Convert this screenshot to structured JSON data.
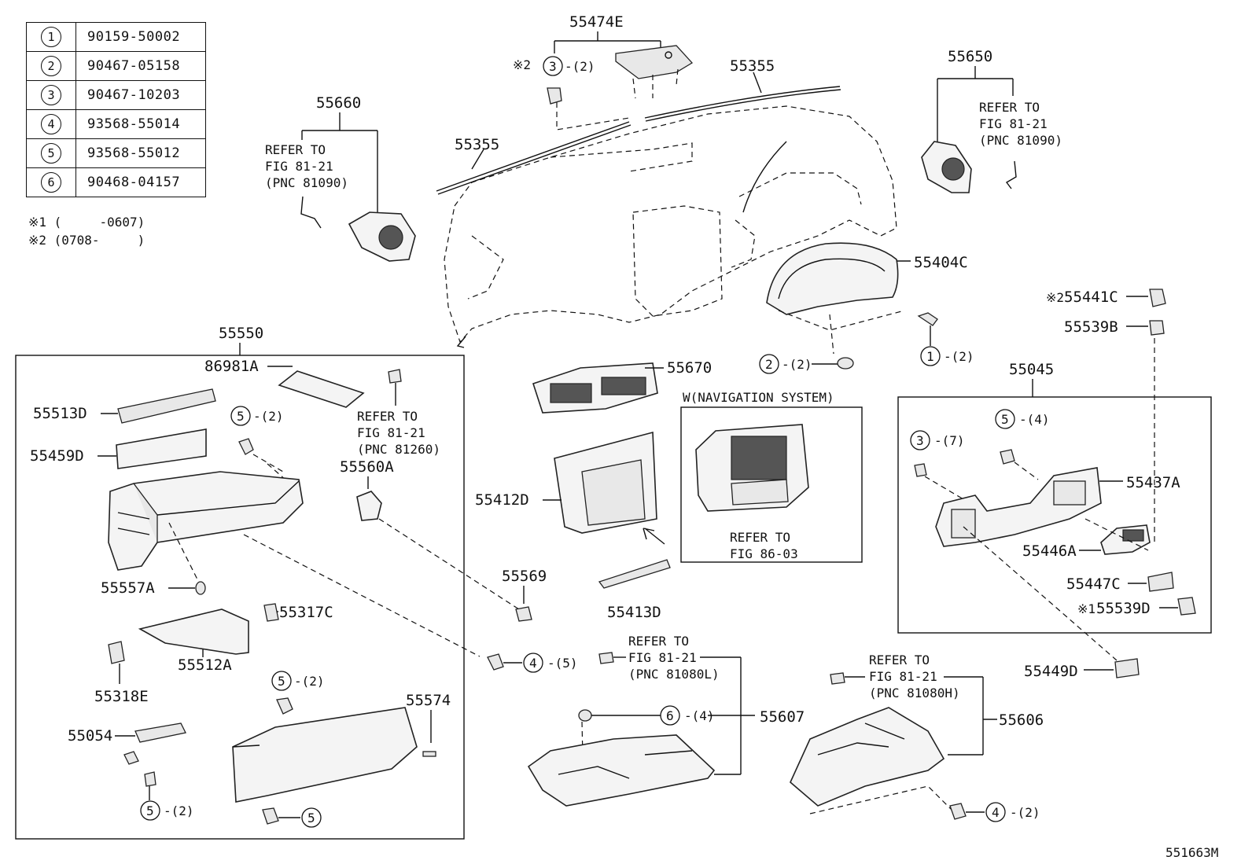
{
  "legend": [
    {
      "no": "1",
      "part": "90159-50002"
    },
    {
      "no": "2",
      "part": "90467-05158"
    },
    {
      "no": "3",
      "part": "90467-10203"
    },
    {
      "no": "4",
      "part": "93568-55014"
    },
    {
      "no": "5",
      "part": "93568-55012"
    },
    {
      "no": "6",
      "part": "90468-04157"
    }
  ],
  "notes": {
    "n1": "※1 (     -0607)",
    "n2": "※2 (0708-     )"
  },
  "refs": {
    "refer_to": "REFER TO",
    "fig_81_21": "FIG 81-21",
    "fig_86_03": "FIG 86-03",
    "pnc_81090": "(PNC 81090)",
    "pnc_81260": "(PNC 81260)",
    "pnc_81080l": "(PNC 81080L)",
    "pnc_81080h": "(PNC 81080H)"
  },
  "nav_box_title": "W(NAVIGATION SYSTEM)",
  "qty": {
    "x2": "-(2)",
    "x4": "-(4)",
    "x5": "-(5)",
    "x7": "-(7)"
  },
  "marks": {
    "m1": "※1",
    "m2": "※2"
  },
  "parts": {
    "p55474E": "55474E",
    "p55355a": "55355",
    "p55355b": "55355",
    "p55650": "55650",
    "p55660": "55660",
    "p55404C": "55404C",
    "p55441C": "55441C",
    "p55539B": "55539B",
    "p55550": "55550",
    "p86981A": "86981A",
    "p55513D": "55513D",
    "p55459D": "55459D",
    "p55560A": "55560A",
    "p55670": "55670",
    "p55412D": "55412D",
    "p55045": "55045",
    "p55437A": "55437A",
    "p55446A": "55446A",
    "p55447C": "55447C",
    "p55539D": "55539D",
    "p55557A": "55557A",
    "p55317C": "55317C",
    "p55569": "55569",
    "p55413D": "55413D",
    "p55512A": "55512A",
    "p55318E": "55318E",
    "p55574": "55574",
    "p55054": "55054",
    "p55607": "55607",
    "p55606": "55606",
    "p55449D": "55449D"
  },
  "illustration_id": "551663M"
}
